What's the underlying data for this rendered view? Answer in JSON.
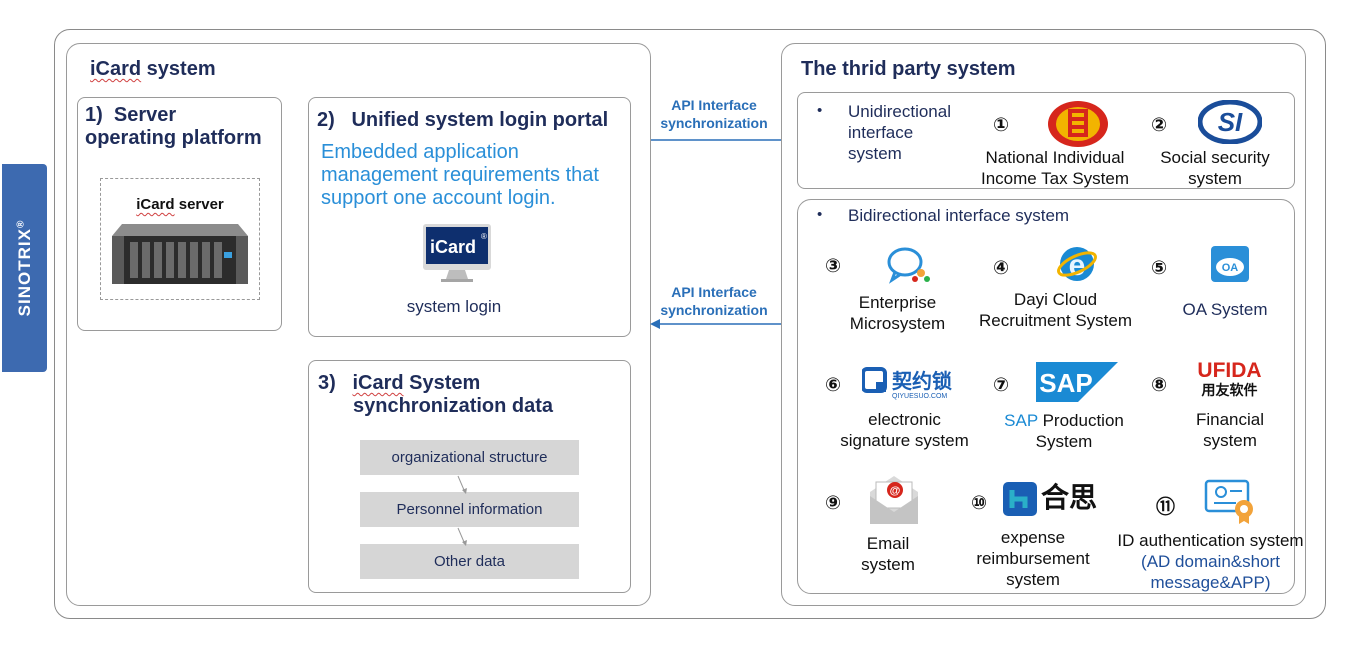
{
  "brand": {
    "name": "SINOTRIX",
    "mark": "®"
  },
  "icard": {
    "title_brand": "iCard",
    "title_rest": " system",
    "server_box": {
      "number": "1)",
      "line1": "Server",
      "line2": "operating platform",
      "server_label_brand": "iCard",
      "server_label_rest": " server"
    },
    "login_box": {
      "number": "2)",
      "title": "Unified system login portal",
      "description": "Embedded application management requirements that support one account login.",
      "monitor_text": "iCard",
      "monitor_mark": "®",
      "caption": "system login"
    },
    "sync_box": {
      "number": "3)",
      "title_brand": "iCard",
      "title_rest": "  System",
      "title_line2": "synchronization data",
      "items": [
        "organizational structure",
        "Personnel information",
        "Other data"
      ]
    }
  },
  "api_labels": {
    "unidirectional": [
      "API Interface",
      "synchronization"
    ],
    "bidirectional": [
      "API Interface",
      "synchronization"
    ]
  },
  "third_party": {
    "title": "The thrid party system",
    "unidirectional": {
      "bullet": "•",
      "label": [
        "Unidirectional",
        "interface",
        "system"
      ],
      "systems": [
        {
          "num": "①",
          "lines": [
            "National Individual",
            "Income Tax System"
          ],
          "icon": "tax-emblem-icon"
        },
        {
          "num": "②",
          "lines": [
            "Social security",
            "system"
          ],
          "icon": "si-logo-icon",
          "logo_text": "SI"
        }
      ]
    },
    "bidirectional": {
      "bullet": "•",
      "label": "Bidirectional interface system",
      "systems": [
        {
          "num": "③",
          "lines": [
            "Enterprise",
            "Microsystem"
          ],
          "icon": "chat-bubbles-icon"
        },
        {
          "num": "④",
          "lines": [
            "Dayi Cloud",
            "Recruitment System"
          ],
          "icon": "ie-logo-icon",
          "logo_text": "e"
        },
        {
          "num": "⑤",
          "lines": [
            "OA System"
          ],
          "icon": "oa-cloud-icon",
          "logo_text": "OA"
        },
        {
          "num": "⑥",
          "lines": [
            "electronic",
            "signature system"
          ],
          "icon": "qiyuesuo-logo-icon",
          "logo_text": "契约锁",
          "logo_sub": "QIYUESUO.COM"
        },
        {
          "num": "⑦",
          "lines_prefix": "SAP",
          "lines": [
            " Production",
            "System"
          ],
          "icon": "sap-logo-icon",
          "logo_text": "SAP"
        },
        {
          "num": "⑧",
          "lines": [
            "Financial",
            "system"
          ],
          "icon": "ufida-logo-icon",
          "logo_text": "UFIDA",
          "logo_sub": "用友软件"
        },
        {
          "num": "⑨",
          "lines": [
            "Email",
            "system"
          ],
          "icon": "email-envelope-icon",
          "logo_text": "@"
        },
        {
          "num": "⑩",
          "lines": [
            "expense",
            "reimbursement",
            "system"
          ],
          "icon": "hesi-logo-icon",
          "logo_text": "合思"
        },
        {
          "num": "⑪",
          "lines": [
            "ID authentication system"
          ],
          "extra": [
            "(AD domain&short",
            "message&APP)"
          ],
          "icon": "certificate-icon"
        }
      ]
    }
  },
  "colors": {
    "brand_tab": "#3d6ab0",
    "navy": "#1f2d5a",
    "accent_blue": "#2a8fd8",
    "arrow_blue": "#2a6fb8",
    "ufida_red": "#d6261c",
    "sap_blue": "#1a8ad4"
  }
}
